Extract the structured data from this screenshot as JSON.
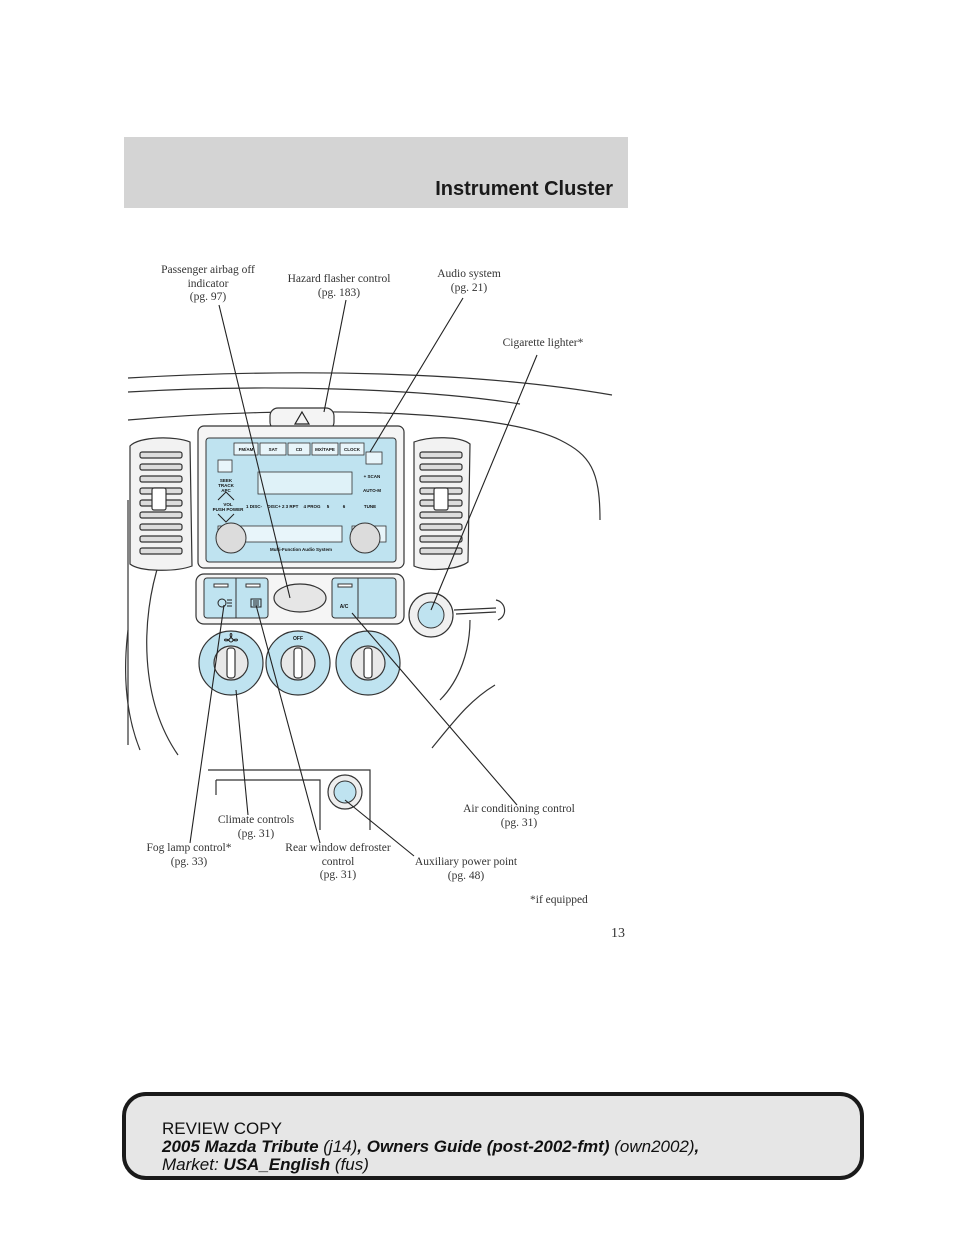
{
  "header": {
    "title": "Instrument Cluster"
  },
  "callouts": {
    "passenger_airbag": {
      "line1": "Passenger airbag off",
      "line2": "indicator",
      "line3": "(pg. 97)"
    },
    "hazard": {
      "line1": "Hazard flasher control",
      "line2": "(pg. 183)"
    },
    "audio": {
      "line1": "Audio system",
      "line2": "(pg. 21)"
    },
    "cigarette": {
      "line1": "Cigarette lighter*"
    },
    "climate": {
      "line1": "Climate controls",
      "line2": "(pg. 31)"
    },
    "fog_lamp": {
      "line1": "Fog lamp control*",
      "line2": "(pg. 33)"
    },
    "rear_defroster": {
      "line1": "Rear window defroster",
      "line2": "control",
      "line3": "(pg. 31)"
    },
    "air_conditioning": {
      "line1": "Air conditioning control",
      "line2": "(pg. 31)"
    },
    "aux_power": {
      "line1": "Auxiliary power point",
      "line2": "(pg. 48)"
    }
  },
  "radio": {
    "buttons": [
      "FM/AM",
      "SAT",
      "CD",
      "MX/TAPE",
      "CLOCK"
    ],
    "left_labels": [
      "SEEK",
      "TRACK",
      "APC"
    ],
    "right_labels": [
      "+ SCAN",
      "AUTO-M"
    ],
    "presets": [
      "1 DISC-",
      "DISC+ 2",
      "3 RPT",
      "4 PROG",
      "5",
      "6"
    ],
    "vol_label": "VOL",
    "power_label": "PUSH POWER",
    "tune_label": "TUNE",
    "system_name": "Multi-Function Audio System"
  },
  "climate_panel": {
    "off_label": "OFF",
    "ac_label": "A/C"
  },
  "footnote": "*if equipped",
  "page_number": "13",
  "review": {
    "line1": "REVIEW COPY",
    "vehicle": "2005 Mazda Tribute",
    "vehicle_code": "(j14)",
    "guide": ", Owners Guide (post-2002-fmt)",
    "guide_code": "(own2002)",
    "comma": ",",
    "market_label": "Market:",
    "market": "USA_English",
    "market_code": "(fus)"
  }
}
